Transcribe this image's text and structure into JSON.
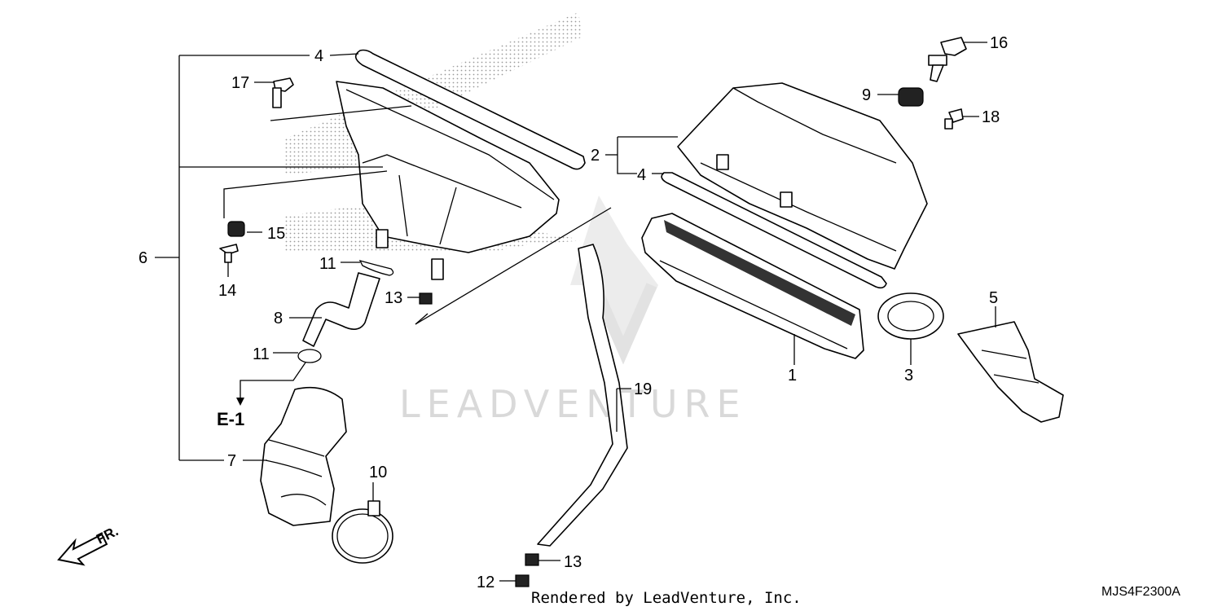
{
  "watermark": {
    "text": "LEADVENTURE"
  },
  "footer": {
    "render_credit": "Rendered by LeadVenture, Inc.",
    "diagram_code": "MJS4F2300A"
  },
  "section_ref": "E-1",
  "direction_label": "FR.",
  "callouts": {
    "c1": "1",
    "c2": "2",
    "c3": "3",
    "c4a": "4",
    "c4b": "4",
    "c5": "5",
    "c6": "6",
    "c7": "7",
    "c8": "8",
    "c9": "9",
    "c10": "10",
    "c11a": "11",
    "c11b": "11",
    "c12": "12",
    "c13a": "13",
    "c13b": "13",
    "c14": "14",
    "c15": "15",
    "c16": "16",
    "c17": "17",
    "c18": "18",
    "c19": "19"
  },
  "colors": {
    "ink": "#000000",
    "watermark": "#d9d9d9",
    "background": "#ffffff"
  }
}
